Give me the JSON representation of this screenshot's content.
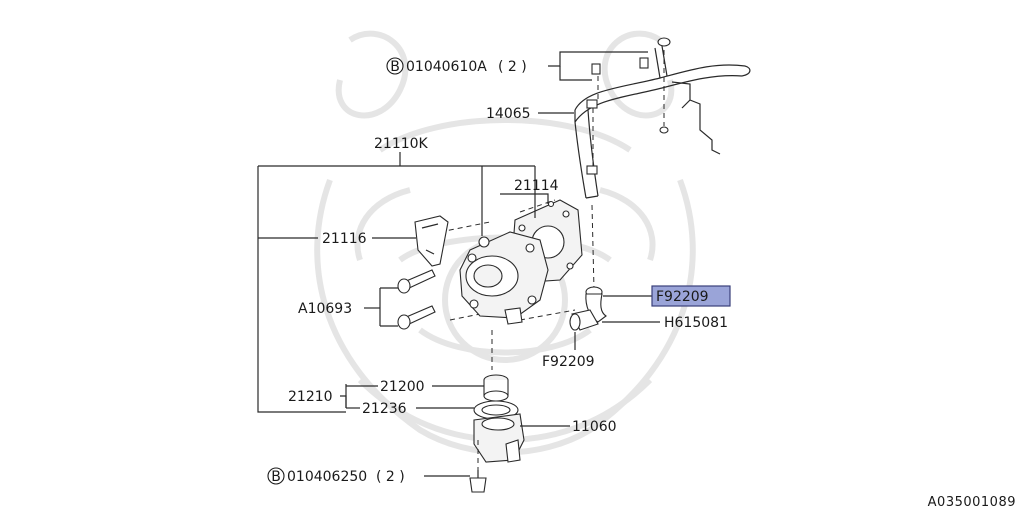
{
  "labels": {
    "bolt_b1": "01040610A",
    "bolt_b1_qty": "( 2  )",
    "b_marker": "B",
    "hose_14065": "14065",
    "pump_21110k": "21110K",
    "gasket_21114": "21114",
    "gasket_21116": "21116",
    "bolt_a10693": "A10693",
    "clip_f92209_top": "F92209",
    "clamp_h615081": "H615081",
    "clip_f92209_bottom": "F92209",
    "thermostat_21210": "21210",
    "thermostat_21200": "21200",
    "gasket_21236": "21236",
    "case_11060": "11060",
    "bolt_b2": "010406250",
    "bolt_b2_qty": "( 2  )"
  },
  "reference_code": "A035001089",
  "colors": {
    "highlight": "#9aa4d8",
    "line": "#2a2a2a",
    "watermark": "#e3e3e3"
  }
}
